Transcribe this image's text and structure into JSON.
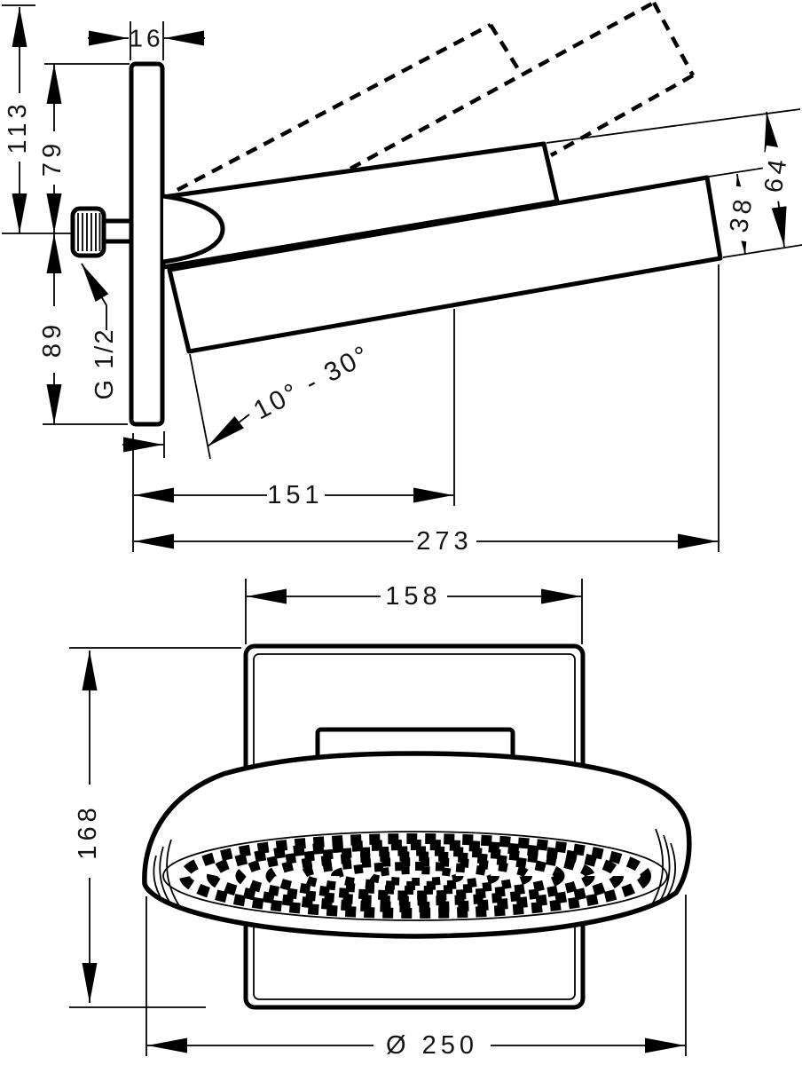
{
  "drawing_title": "shower head installation dimension drawing",
  "colors": {
    "line": "#000000",
    "background": "#ffffff",
    "text": "#141414"
  },
  "side_view": {
    "dims": {
      "plate_depth": "16",
      "height_total": "113",
      "height_top": "79",
      "height_bottom": "89",
      "thread": "G 1/2",
      "angle_range": "10° - 30°",
      "head_edge": "38",
      "head_depth": "64",
      "reach_center": "151",
      "reach_tip": "273"
    }
  },
  "front_view": {
    "dims": {
      "plate_width": "158",
      "plate_height": "168",
      "diameter": "Ø 250"
    }
  }
}
